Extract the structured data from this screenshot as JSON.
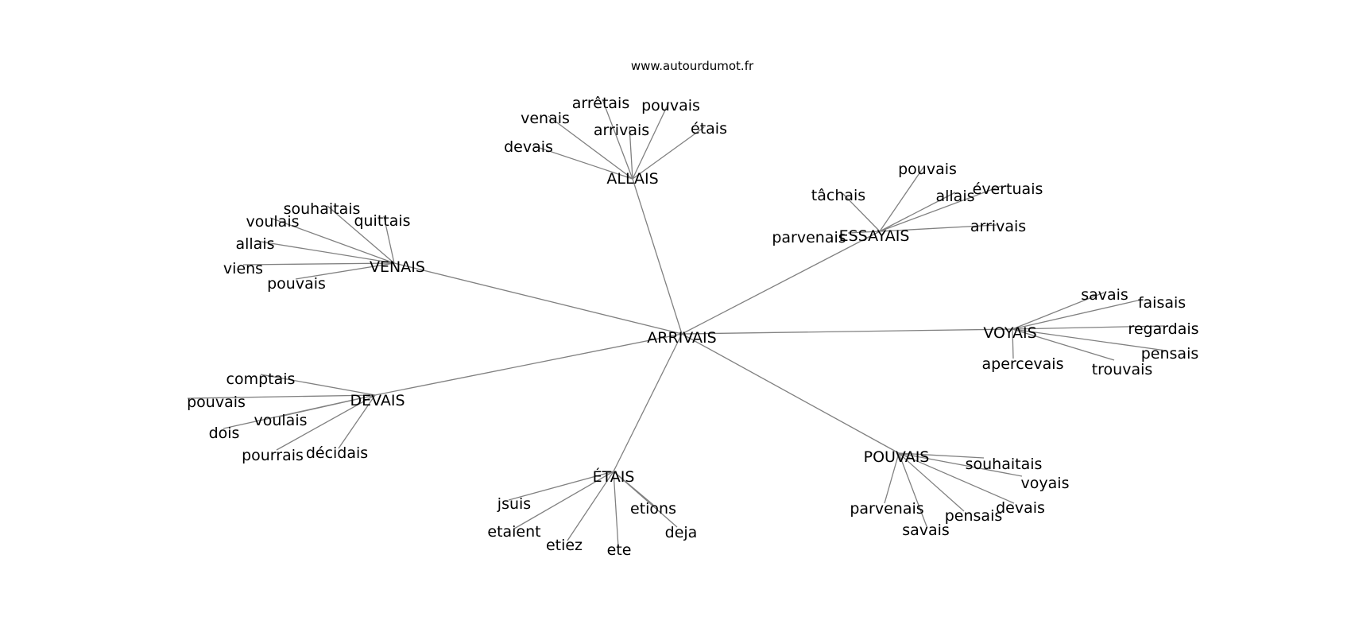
{
  "site_credit": "www.autourdumot.fr",
  "center": "ARRIVAIS",
  "clusters": [
    {
      "label": "ALLAIS",
      "leaves": [
        "arrêtais",
        "pouvais",
        "venais",
        "arrivais",
        "étais",
        "devais"
      ]
    },
    {
      "label": "ESSAYAIS",
      "leaves": [
        "pouvais",
        "tâchais",
        "allais",
        "évertuais",
        "parvenais",
        "arrivais"
      ]
    },
    {
      "label": "VENAIS",
      "leaves": [
        "souhaitais",
        "voulais",
        "quittais",
        "allais",
        "viens",
        "pouvais"
      ]
    },
    {
      "label": "VOYAIS",
      "leaves": [
        "savais",
        "faisais",
        "regardais",
        "pensais",
        "apercevais",
        "trouvais"
      ]
    },
    {
      "label": "DEVAIS",
      "leaves": [
        "comptais",
        "pouvais",
        "voulais",
        "dois",
        "pourrais",
        "décidais"
      ]
    },
    {
      "label": "ÉTAIS",
      "leaves": [
        "jsuis",
        "etions",
        "etaient",
        "deja",
        "etiez",
        "ete"
      ]
    },
    {
      "label": "POUVAIS",
      "leaves": [
        "souhaitais",
        "voyais",
        "parvenais",
        "devais",
        "pensais",
        "savais"
      ]
    }
  ]
}
